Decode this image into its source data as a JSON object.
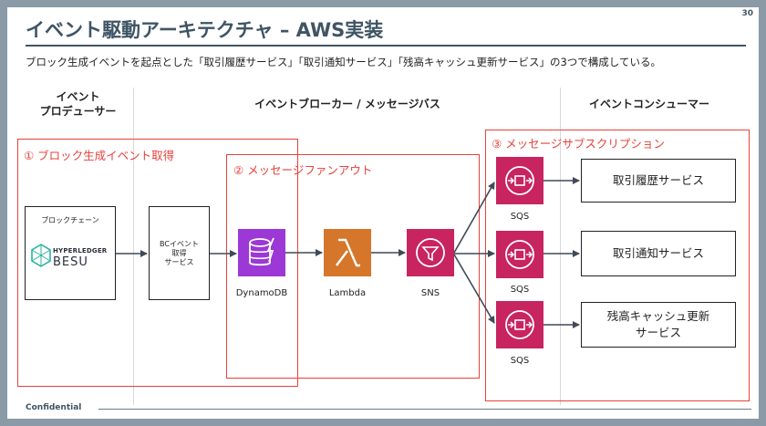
{
  "page": {
    "title": "イベント駆動アーキテクチャ – AWS実装",
    "page_number": "30",
    "subtitle": "ブロック生成イベントを起点とした「取引履歴サービス」「取引通知サービス」「残高キャッシュ更新サービス」の3つで構成している。",
    "footer": "Confidential"
  },
  "columns": {
    "producer_line1": "イベント",
    "producer_line2": "プロデューサー",
    "broker": "イベントブローカー / メッセージバス",
    "consumer": "イベントコンシューマー"
  },
  "groups": {
    "g1": "① ブロック生成イベント取得",
    "g2": "② メッセージファンアウト",
    "g3": "③ メッセージサブスクリプション"
  },
  "nodes": {
    "blockchain_label": "ブロックチェーン",
    "besu_logo_top": "HYPERLEDGER",
    "besu_logo_bottom": "BESU",
    "bc_line1": "BCイベント",
    "bc_line2": "取得",
    "bc_line3": "サービス"
  },
  "services": {
    "dynamodb": "DynamoDB",
    "lambda": "Lambda",
    "sns": "SNS",
    "sqs1": "SQS",
    "sqs2": "SQS",
    "sqs3": "SQS"
  },
  "consumers": {
    "c1": "取引履歴サービス",
    "c2": "取引通知サービス",
    "c3_line1": "残高キャッシュ更新",
    "c3_line2": "サービス"
  },
  "colors": {
    "dynamodb": "#9b38d6",
    "lambda": "#d5762a",
    "sns": "#c8245f",
    "sqs": "#c8245f",
    "group_border": "#e8413a",
    "heading": "#3f5564"
  }
}
